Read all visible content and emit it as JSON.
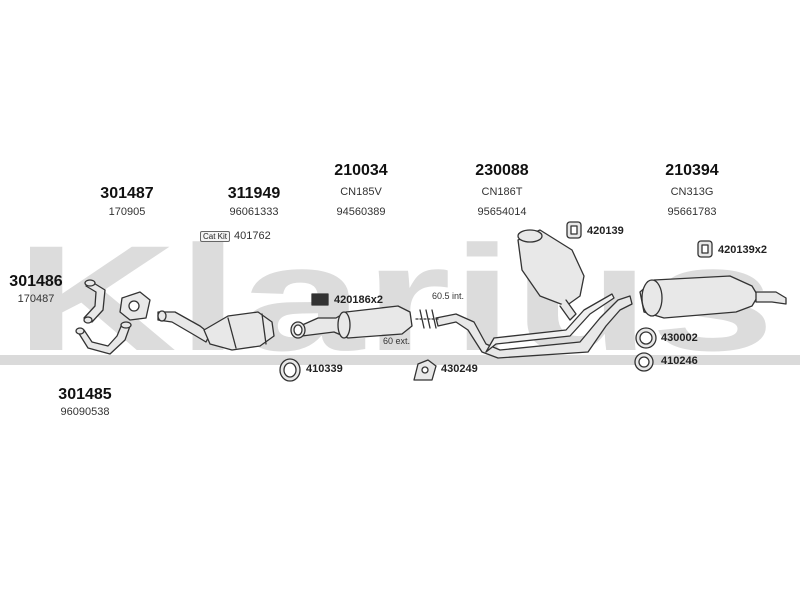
{
  "watermark": "Klarius",
  "colors": {
    "watermark": "#d7d7d7",
    "line": "#333333",
    "fill": "#e6e6e6"
  },
  "labels": {
    "g1": {
      "main": "301487",
      "sub": "170905"
    },
    "g2": {
      "main": "311949",
      "sub": "96061333"
    },
    "g3": {
      "main": "210034",
      "sub1": "CN185V",
      "sub2": "94560389"
    },
    "g4": {
      "main": "230088",
      "sub1": "CN186T",
      "sub2": "95654014"
    },
    "g5": {
      "main": "210394",
      "sub1": "CN313G",
      "sub2": "95661783"
    },
    "g6": {
      "main": "301486",
      "sub": "170487"
    },
    "g7": {
      "main": "301485",
      "sub": "96090538"
    },
    "catkit": {
      "badge": "Cat Kit",
      "code": "401762"
    },
    "p420139": "420139",
    "p420139x2": "420139x2",
    "p420186x2": "420186x2",
    "p410339": "410339",
    "p430249": "430249",
    "p430002": "430002",
    "p410246": "410246",
    "int": "60.5 int.",
    "ext": "60 ext."
  }
}
